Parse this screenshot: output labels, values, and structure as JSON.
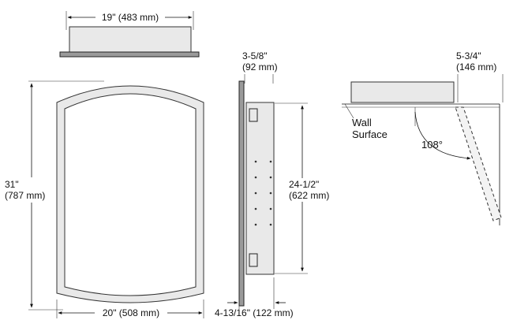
{
  "dimensions": {
    "top_width": "19\" (483 mm)",
    "height_in": "31\"",
    "height_mm": "(787 mm)",
    "bottom_width": "20\" (508 mm)",
    "depth_top_in": "3-5/8\"",
    "depth_top_mm": "(92 mm)",
    "inner_height_in": "24-1/2\"",
    "inner_height_mm": "(622 mm)",
    "depth_bottom": "4-13/16\" (122 mm)",
    "projection_in": "5-3/4\"",
    "projection_mm": "(146 mm)"
  },
  "labels": {
    "wall_line1": "Wall",
    "wall_line2": "Surface",
    "door_angle": "108°"
  },
  "colors": {
    "line": "#111111",
    "part_fill": "#e9e9e9",
    "dark_fill": "#9a9a9a"
  }
}
